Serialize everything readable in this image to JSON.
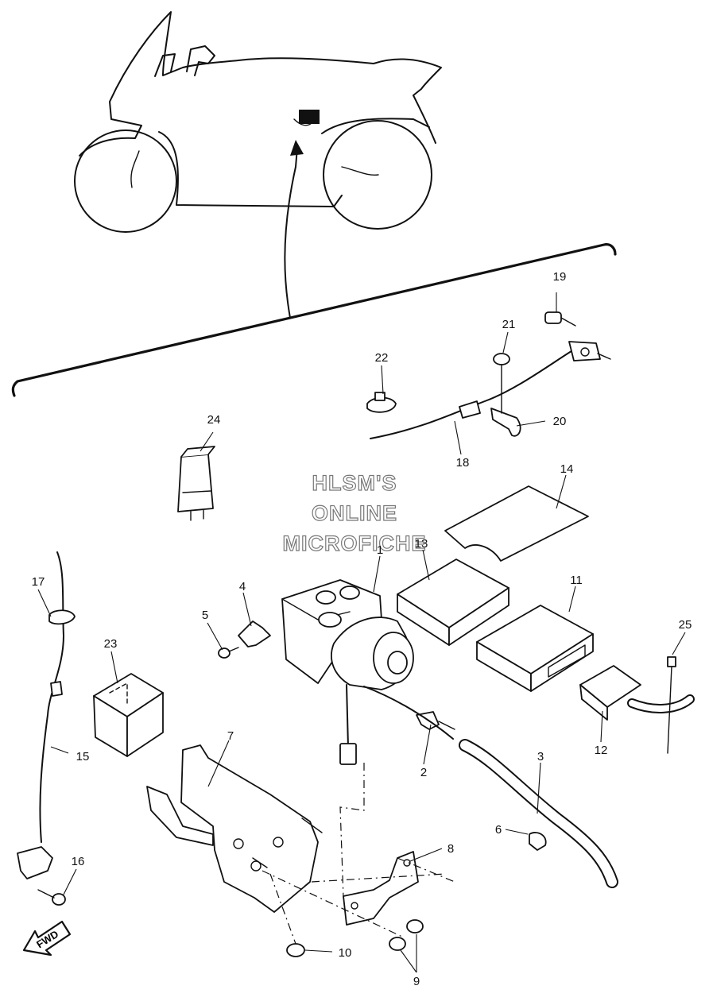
{
  "watermark": {
    "line1": "HLSM'S",
    "line2": "ONLINE",
    "line3": "MICROFICHE"
  },
  "fwd_label": "FWD",
  "callouts": [
    "1",
    "2",
    "3",
    "4",
    "5",
    "6",
    "7",
    "8",
    "9",
    "10",
    "11",
    "12",
    "13",
    "14",
    "15",
    "16",
    "17",
    "18",
    "19",
    "20",
    "21",
    "22",
    "23",
    "24",
    "25"
  ]
}
